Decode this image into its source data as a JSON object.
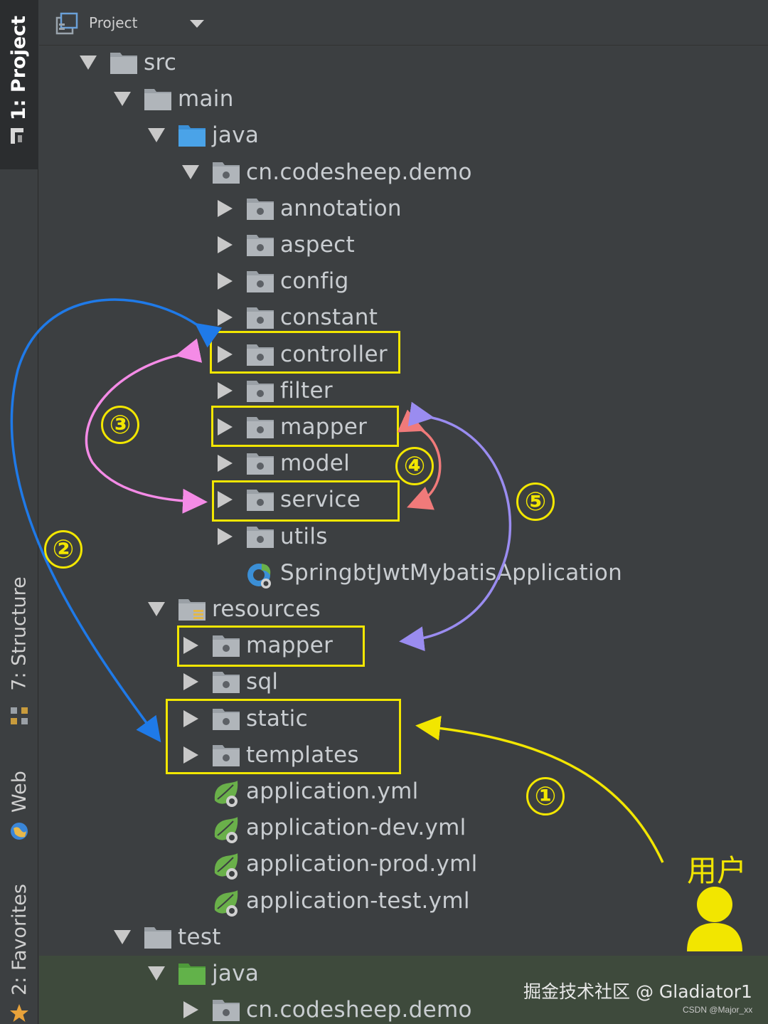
{
  "header": {
    "title": "Project"
  },
  "toolstrip": {
    "project": "1: Project",
    "structure": "7: Structure",
    "web": "Web",
    "favorites": "2: Favorites"
  },
  "tree": [
    {
      "label": "src",
      "expand": "down",
      "icon": "folder-grey"
    },
    {
      "label": "main",
      "expand": "down",
      "icon": "folder-grey"
    },
    {
      "label": "java",
      "expand": "down",
      "icon": "folder-blue"
    },
    {
      "label": "cn.codesheep.demo",
      "expand": "down",
      "icon": "package"
    },
    {
      "label": "annotation",
      "expand": "right",
      "icon": "package"
    },
    {
      "label": "aspect",
      "expand": "right",
      "icon": "package"
    },
    {
      "label": "config",
      "expand": "right",
      "icon": "package"
    },
    {
      "label": "constant",
      "expand": "right",
      "icon": "package"
    },
    {
      "label": "controller",
      "expand": "right",
      "icon": "package"
    },
    {
      "label": "filter",
      "expand": "right",
      "icon": "package"
    },
    {
      "label": "mapper",
      "expand": "right",
      "icon": "package"
    },
    {
      "label": "model",
      "expand": "right",
      "icon": "package"
    },
    {
      "label": "service",
      "expand": "right",
      "icon": "package"
    },
    {
      "label": "utils",
      "expand": "right",
      "icon": "package"
    },
    {
      "label": "SpringbtJwtMybatisApplication",
      "expand": "none",
      "icon": "spring-app"
    },
    {
      "label": "resources",
      "expand": "down",
      "icon": "folder-resources"
    },
    {
      "label": "mapper",
      "expand": "right",
      "icon": "package"
    },
    {
      "label": "sql",
      "expand": "right",
      "icon": "package"
    },
    {
      "label": "static",
      "expand": "right",
      "icon": "package"
    },
    {
      "label": "templates",
      "expand": "right",
      "icon": "package"
    },
    {
      "label": "application.yml",
      "expand": "none",
      "icon": "spring-yml"
    },
    {
      "label": "application-dev.yml",
      "expand": "none",
      "icon": "spring-yml"
    },
    {
      "label": "application-prod.yml",
      "expand": "none",
      "icon": "spring-yml"
    },
    {
      "label": "application-test.yml",
      "expand": "none",
      "icon": "spring-yml"
    },
    {
      "label": "test",
      "expand": "down",
      "icon": "folder-grey"
    },
    {
      "label": "java",
      "expand": "down",
      "icon": "folder-green"
    },
    {
      "label": "cn.codesheep.demo",
      "expand": "right",
      "icon": "package"
    }
  ],
  "annotations": {
    "step1": "①",
    "step2": "②",
    "step3": "③",
    "step4": "④",
    "step5": "⑤",
    "user": "用户"
  },
  "colors": {
    "highlight": "#f2e600",
    "arrow_blue": "#1f7ae8",
    "arrow_pink": "#f48be6",
    "arrow_red": "#f07a7a",
    "arrow_purple": "#9a8cf0",
    "arrow_yellow": "#f2e600"
  },
  "watermark": {
    "main": "掘金技术社区 @ Gladiator1",
    "small": "CSDN @Major_xx"
  }
}
